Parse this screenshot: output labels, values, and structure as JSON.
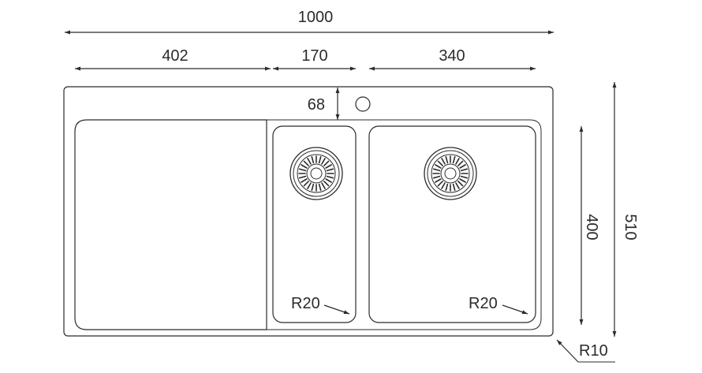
{
  "dimensions": {
    "overall_width": "1000",
    "drainboard_width": "402",
    "small_bowl_width": "170",
    "large_bowl_width": "340",
    "tap_hole_offset": "68",
    "bowl_depth": "400",
    "overall_depth": "510"
  },
  "radii": {
    "small_bowl_corner": "R20",
    "large_bowl_corner": "R20",
    "outer_corner": "R10"
  }
}
